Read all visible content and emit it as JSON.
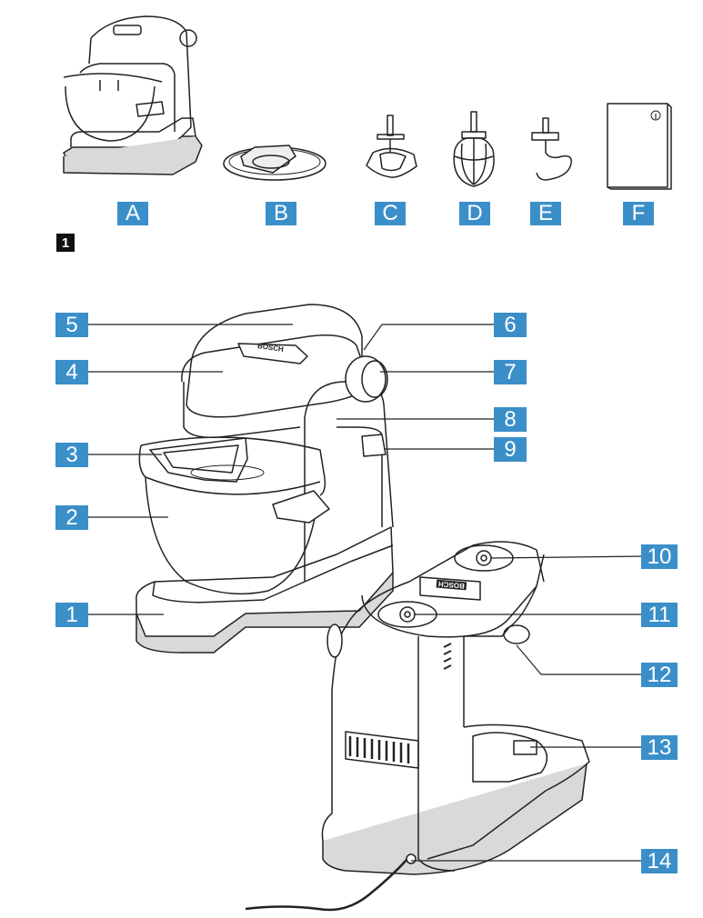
{
  "figure_number": "1",
  "accessory_labels": [
    "A",
    "B",
    "C",
    "D",
    "E",
    "F"
  ],
  "part_labels": [
    "1",
    "2",
    "3",
    "4",
    "5",
    "6",
    "7",
    "8",
    "9",
    "10",
    "11",
    "12",
    "13",
    "14"
  ],
  "brand_text": "BOSCH",
  "manual_icon": "info-icon",
  "colors": {
    "label_bg": "#3b8fc9",
    "label_text": "#ffffff",
    "line": "#222222",
    "shade": "#d9d9d9"
  }
}
